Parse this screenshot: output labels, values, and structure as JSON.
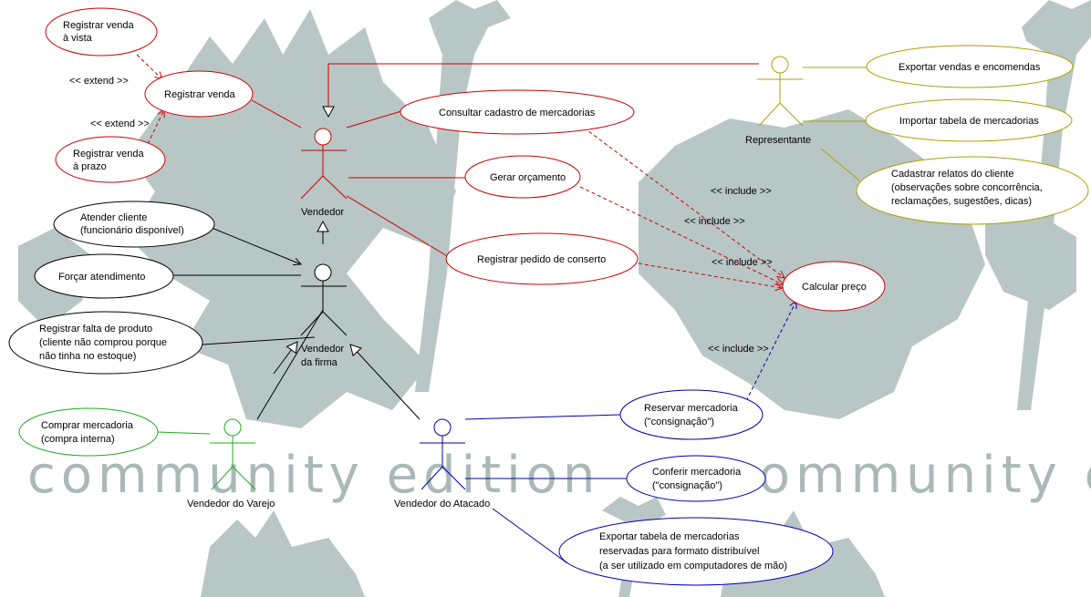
{
  "watermark": {
    "left_text": "community edition",
    "right_text": "community edit"
  },
  "colors": {
    "red": "#cc0000",
    "olive": "#b0a000",
    "green": "#22aa22",
    "blue": "#0000aa",
    "black": "#000000",
    "watermark": "#b8c6c6"
  },
  "actors": {
    "vendedor": {
      "label": "Vendedor",
      "color": "red"
    },
    "vendedor_firma": {
      "label_line1": "Vendedor",
      "label_line2": "da firma",
      "color": "black"
    },
    "representante": {
      "label": "Representante",
      "color": "olive"
    },
    "vendedor_varejo": {
      "label": "Vendedor do Varejo",
      "color": "green"
    },
    "vendedor_atacado": {
      "label": "Vendedor do Atacado",
      "color": "blue"
    }
  },
  "use_cases": {
    "registrar_venda_vista": {
      "lines": [
        "Registrar venda",
        "à vista"
      ],
      "color": "red"
    },
    "registrar_venda": {
      "lines": [
        "Registrar venda"
      ],
      "color": "red"
    },
    "registrar_venda_prazo": {
      "lines": [
        "Registrar venda",
        "à prazo"
      ],
      "color": "red"
    },
    "consultar_cadastro": {
      "lines": [
        "Consultar cadastro de mercadorias"
      ],
      "color": "red"
    },
    "gerar_orcamento": {
      "lines": [
        "Gerar orçamento"
      ],
      "color": "red"
    },
    "registrar_pedido_conserto": {
      "lines": [
        "Registrar pedido de conserto"
      ],
      "color": "red"
    },
    "calcular_preco": {
      "lines": [
        "Calcular preço"
      ],
      "color": "red"
    },
    "atender_cliente": {
      "lines": [
        "Atender cliente",
        "(funcionário disponível)"
      ],
      "color": "black"
    },
    "forcar_atendimento": {
      "lines": [
        "Forçar atendimento"
      ],
      "color": "black"
    },
    "registrar_falta": {
      "lines": [
        "Registrar falta de produto",
        "(cliente não comprou porque",
        "não tinha no estoque)"
      ],
      "color": "black"
    },
    "exportar_vendas": {
      "lines": [
        "Exportar vendas e encomendas"
      ],
      "color": "olive"
    },
    "importar_tabela": {
      "lines": [
        "Importar tabela de mercadorias"
      ],
      "color": "olive"
    },
    "cadastrar_relatos": {
      "lines": [
        "Cadastrar relatos do cliente",
        "(observações sobre concorrência,",
        "reclamações, sugestões, dicas)"
      ],
      "color": "olive"
    },
    "comprar_mercadoria": {
      "lines": [
        "Comprar mercadoria",
        "(compra interna)"
      ],
      "color": "green"
    },
    "reservar_mercadoria": {
      "lines": [
        "Reservar mercadoria",
        "(\"consignação\")"
      ],
      "color": "blue"
    },
    "conferir_mercadoria": {
      "lines": [
        "Conferir mercadoria",
        "(\"consignação\")"
      ],
      "color": "blue"
    },
    "exportar_tabela_reservadas": {
      "lines": [
        "Exportar tabela de mercadorias",
        "reservadas para formato distribuível",
        "(a ser utilizado em computadores de mão)"
      ],
      "color": "blue"
    }
  },
  "stereotypes": {
    "extend_1": "<< extend >>",
    "extend_2": "<< extend >>",
    "include_1": "<< include >>",
    "include_2": "<< include >>",
    "include_3": "<< include >>",
    "include_4": "<< include >>"
  }
}
